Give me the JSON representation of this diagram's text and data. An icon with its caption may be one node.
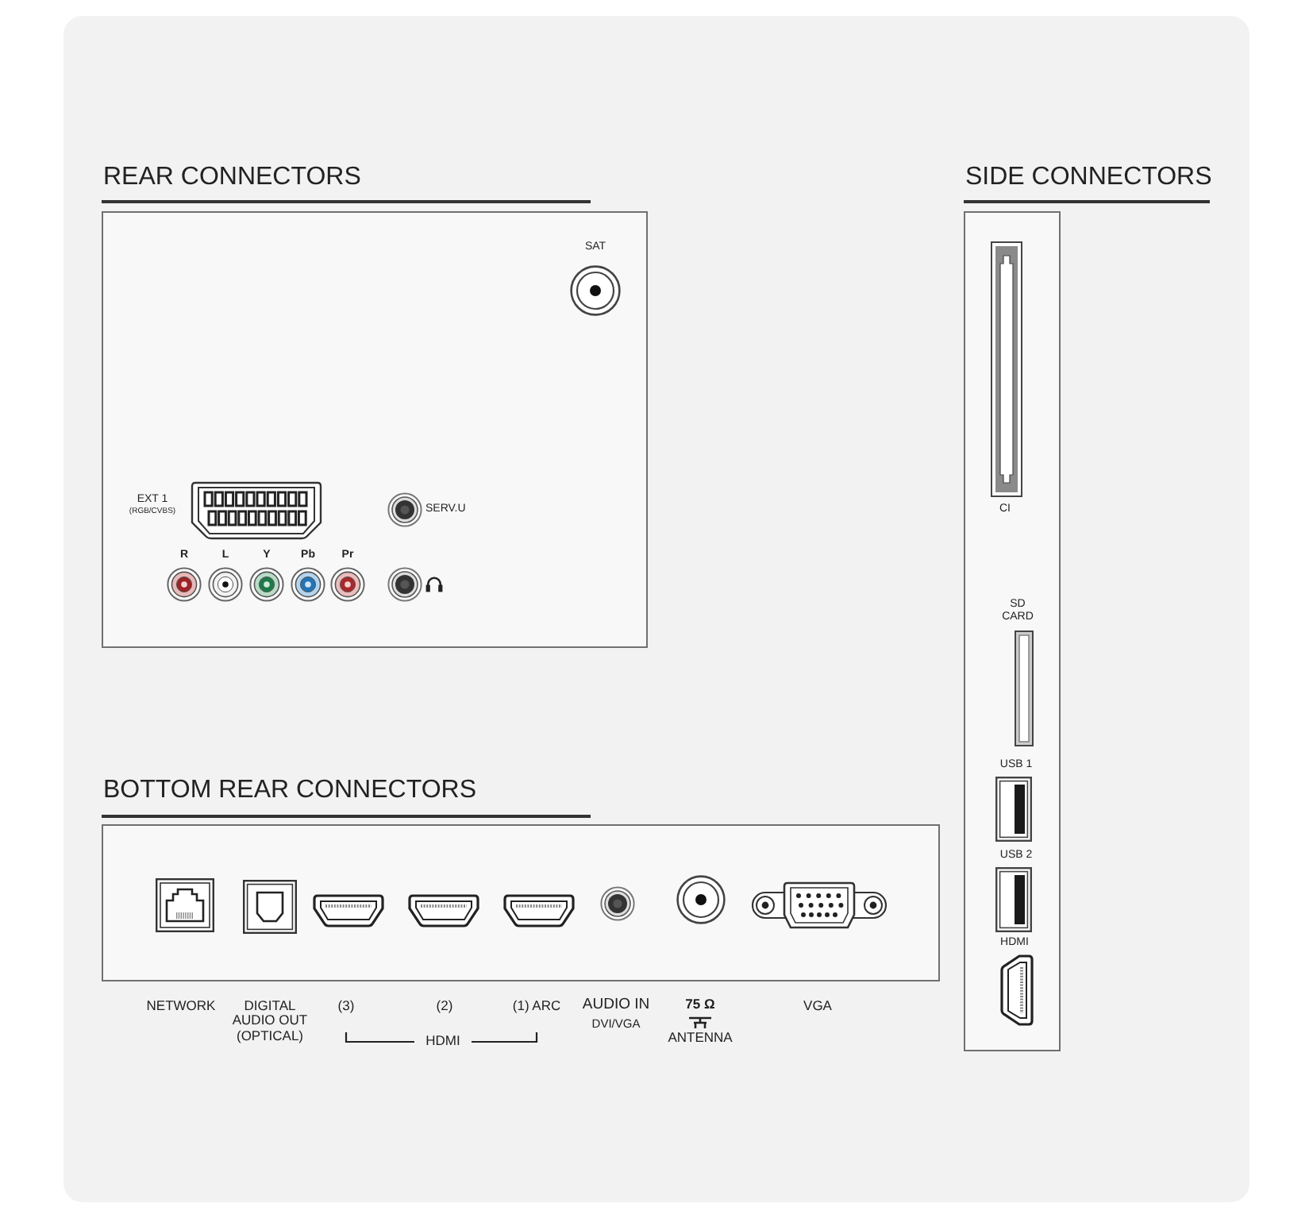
{
  "diagram": {
    "nodes": [
      {
        "text": [
          "REAR CONNECTORS"
        ]
      },
      {
        "text": [
          "SIDE CONNECTORS"
        ]
      },
      {
        "text": [
          "BOTTOM REAR CONNECTORS"
        ]
      }
    ],
    "labels": [
      "SAT",
      "EXT 1",
      "(RGB/CVBS)",
      "SERV.U",
      "R",
      "L",
      "Y",
      "Pb",
      "Pr",
      "CI",
      "SD CARD",
      "USB 1",
      "USB 2",
      "HDMI",
      "NETWORK",
      "DIGITAL AUDIO OUT (OPTICAL)",
      "(3)",
      "(2)",
      "(1) ARC",
      "HDMI",
      "AUDIO IN",
      "DVI/VGA",
      "75 Ω",
      "ANTENNA",
      "VGA"
    ]
  }
}
